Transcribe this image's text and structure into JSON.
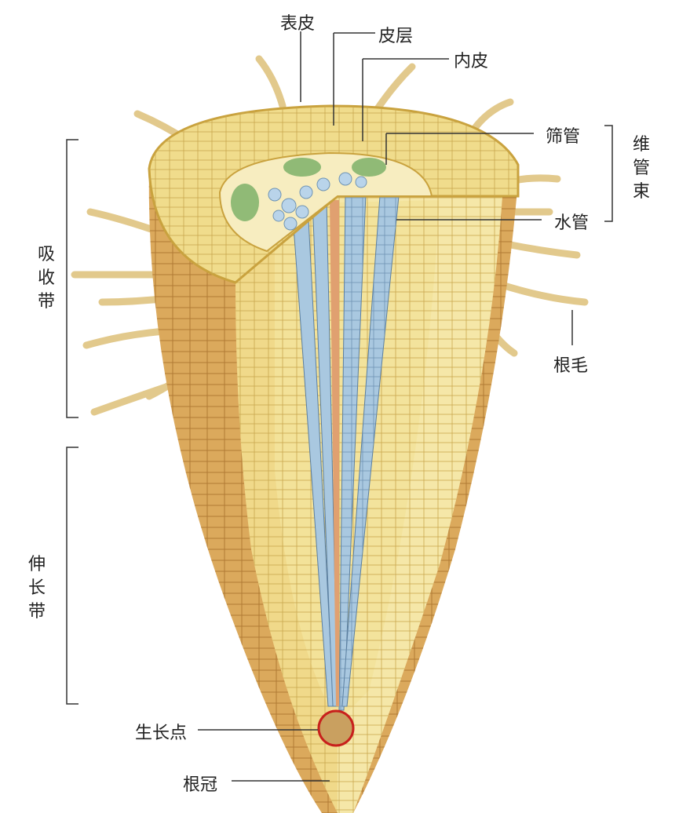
{
  "labels": {
    "epidermis": "表皮",
    "cortex": "皮层",
    "endodermis": "内皮",
    "sieve_tube": "筛管",
    "vascular_bundle": "维管束",
    "vessel": "水管",
    "root_hair": "根毛",
    "absorption_zone": "吸收带",
    "elongation_zone": "伸长带",
    "growing_point": "生长点",
    "root_cap": "根冠"
  },
  "colors": {
    "outer": "#d9a85a",
    "cortex": "#f3e39a",
    "vessel": "#a9c8e0",
    "phloem": "#7fb26a",
    "highlight": "#c8201c"
  }
}
